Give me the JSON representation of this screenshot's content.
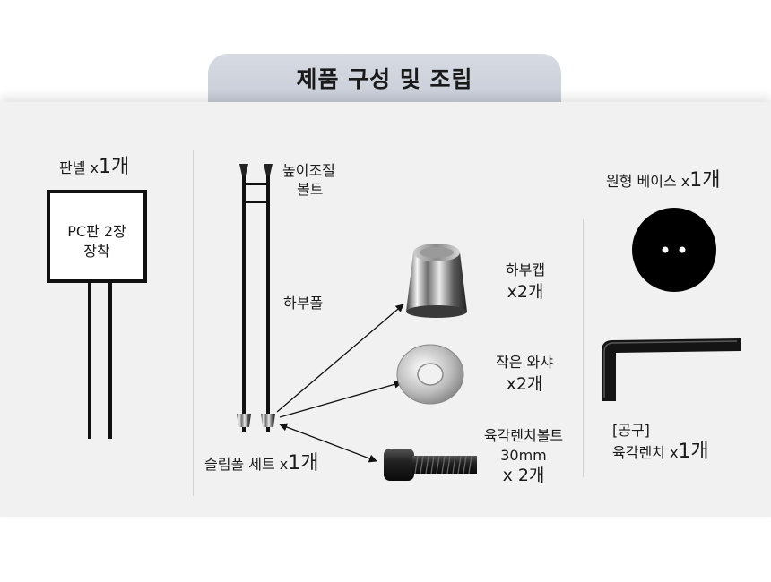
{
  "title": "제품 구성 및 조립",
  "panel_item": {
    "name": "판넬 x",
    "qty": "1개",
    "inner_line1": "PC판 2장",
    "inner_line2": "장착"
  },
  "pole_set": {
    "height_bolt_line1": "높이조절",
    "height_bolt_line2": "볼트",
    "lower_pole": "하부폴",
    "name": "슬림폴 세트 x",
    "qty": "1개"
  },
  "parts": {
    "cap_line1": "하부캡",
    "cap_line2": "x2개",
    "washer_line1": "작은 와샤",
    "washer_line2": "x2개",
    "bolt_line1": "육각렌치볼트",
    "bolt_line2": "30mm",
    "bolt_line3": "x 2개"
  },
  "base": {
    "name": "원형 베이스 x",
    "qty": "1개"
  },
  "tool": {
    "line1": "[공구]",
    "name": "육각렌치 x",
    "qty": "1개"
  }
}
